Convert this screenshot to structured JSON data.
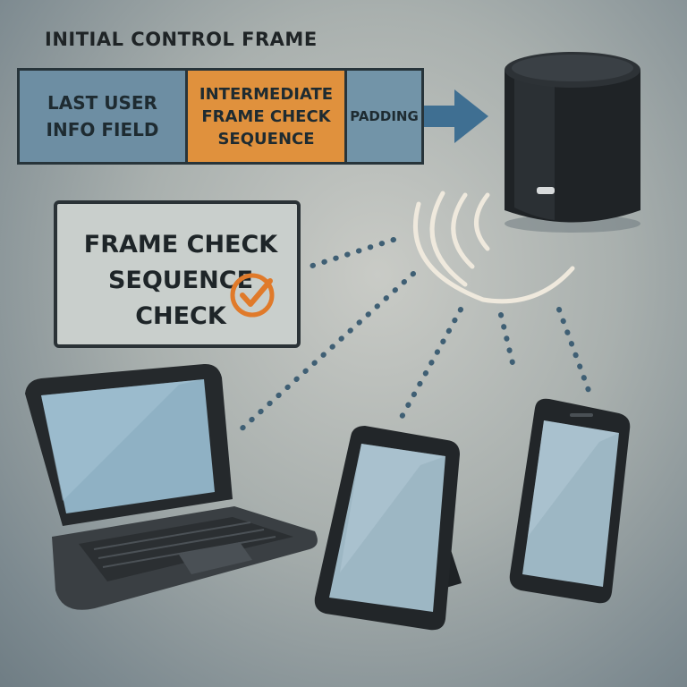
{
  "frame": {
    "title": "INITIAL CONTROL FRAME",
    "segments": {
      "last_user_info": "LAST USER\nINFO FIELD",
      "intermediate_fcs": "INTERMEDIATE\nFRAME CHECK\nSEQUENCE",
      "padding": "PADDING"
    }
  },
  "check_box": {
    "text": "FRAME CHECK\nSEQUENCE\nCHECK"
  },
  "icons": [
    "arrow-right-icon",
    "smart-speaker-icon",
    "wireless-signal-icon",
    "checkmark-circle-icon",
    "laptop-icon",
    "tablet-icon",
    "smartphone-icon"
  ],
  "colors": {
    "segment_blue": "#6d8ea3",
    "segment_orange": "#e0913d",
    "check_orange": "#e07a2a",
    "dots": "#3f5f74",
    "device_dark": "#2b2f32"
  }
}
